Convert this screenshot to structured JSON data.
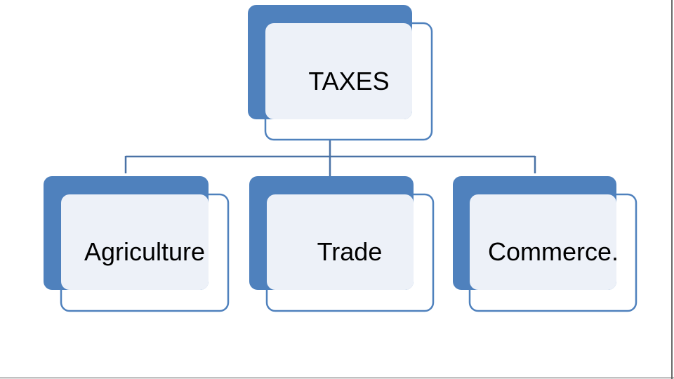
{
  "colors": {
    "accent": "#4f81bd",
    "fill": "#edf1f8",
    "border": "#4f81bd"
  },
  "root": {
    "label": "TAXES"
  },
  "children": [
    {
      "label": "Agriculture"
    },
    {
      "label": "Trade"
    },
    {
      "label": "Commerce."
    }
  ]
}
